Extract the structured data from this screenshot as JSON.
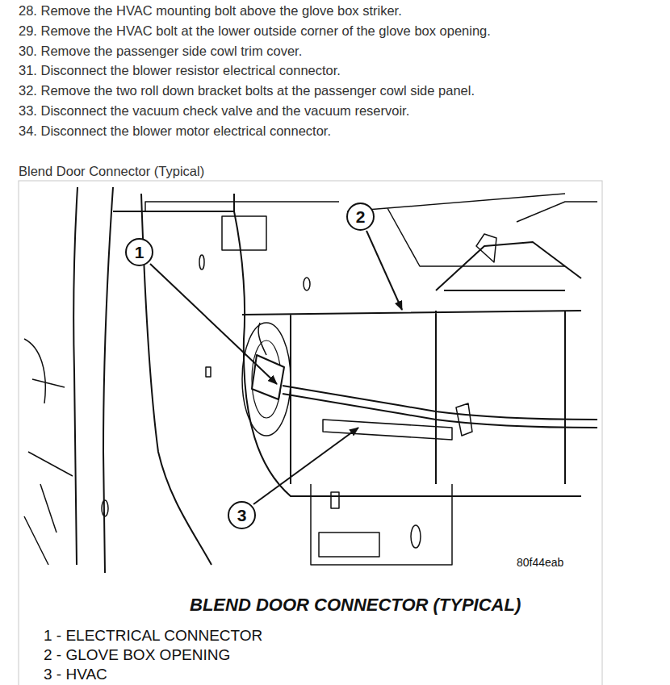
{
  "diagram": {
    "title": "Blend Door Connector (Typical)",
    "caption": "BLEND DOOR CONNECTOR (TYPICAL)",
    "nodes": [
      {
        "text": [
          "1"
        ]
      },
      {
        "text": [
          "2"
        ]
      },
      {
        "text": [
          "3"
        ]
      }
    ],
    "labels": [
      "28. Remove the HVAC mounting bolt above the glove box striker.",
      "29. Remove the HVAC bolt at the lower outside corner of the glove box opening.",
      "30. Remove the passenger side cowl trim cover.",
      "31. Disconnect the blower resistor electrical connector.",
      "32. Remove the two roll down bracket bolts at the passenger cowl side panel.",
      "33. Disconnect the vacuum check valve and the vacuum reservoir.",
      "34. Disconnect the blower motor electrical connector.",
      "80f44eab",
      "1 - ELECTRICAL CONNECTOR",
      "2 - GLOVE BOX OPENING",
      "3 - HVAC"
    ]
  }
}
